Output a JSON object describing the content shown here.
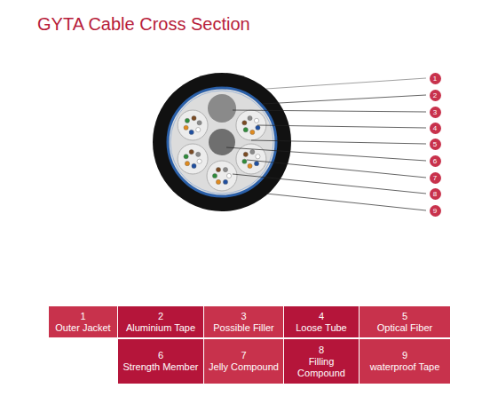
{
  "diagram": {
    "title": "GYTA Cable Cross Section",
    "nodes": [
      {
        "text": [
          "1",
          "Outer Jacket"
        ]
      },
      {
        "text": [
          "2",
          "Aluminium Tape"
        ]
      },
      {
        "text": [
          "3",
          "Possible Filler"
        ]
      },
      {
        "text": [
          "4",
          "Loose Tube"
        ]
      },
      {
        "text": [
          "5",
          "Optical Fiber"
        ]
      },
      {
        "text": [
          "6",
          "Strength Member"
        ]
      },
      {
        "text": [
          "7",
          "Jelly Compound"
        ]
      },
      {
        "text": [
          "8",
          "Filling Compound"
        ]
      },
      {
        "text": [
          "9",
          "waterproof Tape"
        ]
      }
    ],
    "labels": [
      "1",
      "2",
      "3",
      "4",
      "5",
      "6",
      "7",
      "8",
      "9"
    ]
  }
}
